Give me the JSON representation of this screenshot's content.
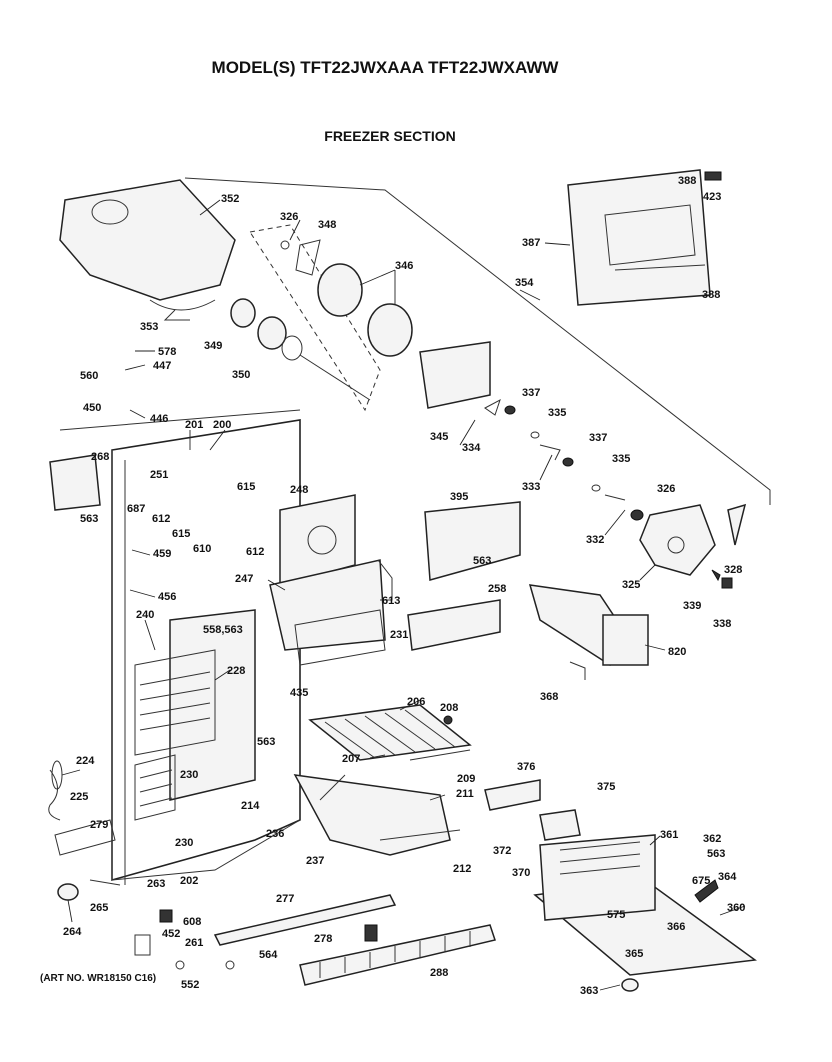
{
  "header": {
    "model_title": "MODEL(S) TFT22JWXAAA  TFT22JWXAWW",
    "section_title": "FREEZER SECTION"
  },
  "footer": {
    "art_number": "(ART NO. WR18150 C16)"
  },
  "part_labels": [
    "352",
    "326",
    "348",
    "346",
    "353",
    "349",
    "350",
    "578",
    "447",
    "560",
    "450",
    "446",
    "201",
    "200",
    "268",
    "563",
    "251",
    "687",
    "612",
    "615",
    "615",
    "610",
    "612",
    "248",
    "459",
    "456",
    "247",
    "240",
    "558,563",
    "228",
    "435",
    "224",
    "225",
    "279",
    "230",
    "230",
    "214",
    "236",
    "237",
    "202",
    "263",
    "265",
    "264",
    "608",
    "452",
    "261",
    "552",
    "277",
    "278",
    "564",
    "288",
    "387",
    "388",
    "423",
    "388",
    "354",
    "345",
    "334",
    "337",
    "335",
    "333",
    "337",
    "335",
    "326",
    "332",
    "395",
    "563",
    "613",
    "258",
    "231",
    "325",
    "328",
    "339",
    "338",
    "820",
    "368",
    "206",
    "208",
    "207",
    "209",
    "211",
    "212",
    "376",
    "375",
    "372",
    "370",
    "361",
    "362",
    "563",
    "675",
    "364",
    "360",
    "575",
    "366",
    "365",
    "363",
    "563"
  ]
}
